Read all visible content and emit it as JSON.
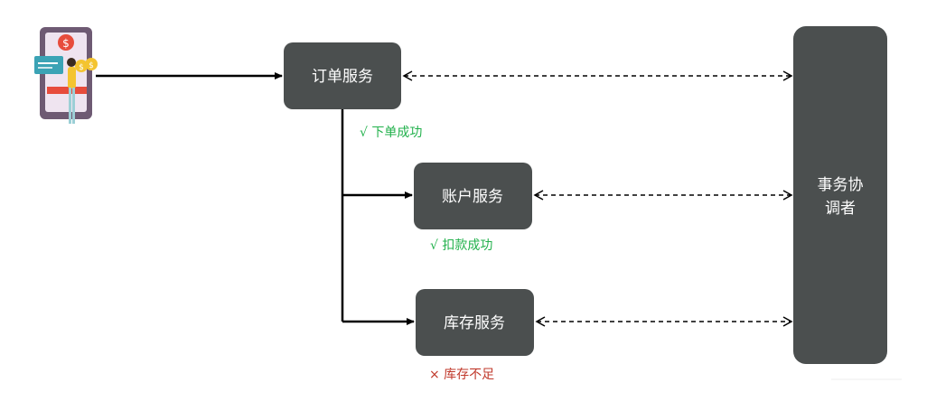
{
  "services": {
    "order": {
      "label": "订单服务",
      "status": "√  下单成功"
    },
    "account": {
      "label": "账户服务",
      "status": "√  扣款成功"
    },
    "inventory": {
      "label": "库存服务",
      "status": "×  库存不足"
    }
  },
  "coordinator": {
    "line1": "事务协",
    "line2": "调者"
  },
  "colors": {
    "box_fill": "#4b4f4f",
    "success": "#22b14c",
    "failure": "#c0392b",
    "arrow": "#000000"
  },
  "icons": {
    "user": "mobile-payment-user-icon"
  }
}
